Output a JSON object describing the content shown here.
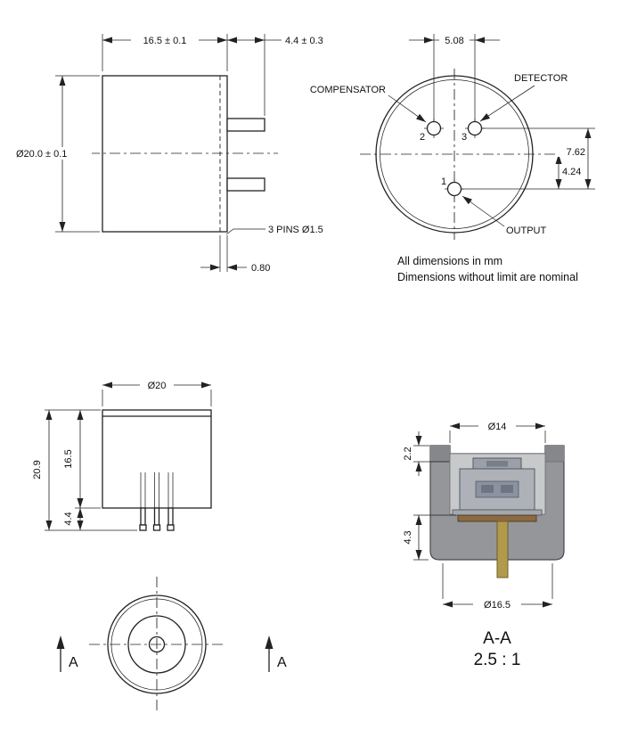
{
  "notes": {
    "line1": "All dimensions in mm",
    "line2": "Dimensions without limit are nominal"
  },
  "side_view": {
    "width_dim": "16.5 ± 0.1",
    "pin_length_dim": "4.4 ± 0.3",
    "diameter_dim": "Ø20.0 ± 0.1",
    "pins_label": "3 PINS Ø1.5",
    "wall_dim": "0.80"
  },
  "pin_view": {
    "compensator": "COMPENSATOR",
    "detector": "DETECTOR",
    "output": "OUTPUT",
    "pin1": "1",
    "pin2": "2",
    "pin3": "3",
    "spacing_dim": "5.08",
    "row_dim": "7.62",
    "offset_dim": "4.24"
  },
  "front_view": {
    "diameter_dim": "Ø20",
    "overall_height_dim": "20.9",
    "body_height_dim": "16.5",
    "pin_height_dim": "4.4"
  },
  "top_view": {
    "section_arrow_left": "A",
    "section_arrow_right": "A"
  },
  "section_view": {
    "window_dim": "Ø14",
    "cap_dim": "2.2",
    "base_dim": "4.3",
    "inner_dim": "Ø16.5",
    "title": "A-A",
    "scale": "2.5 : 1"
  },
  "colors": {
    "housing": "#94969a",
    "flange": "#85878b",
    "cavity": "#c7c9cb",
    "can": "#aeb2b8",
    "can_top": "#9ba0a8",
    "window": "#787e8a",
    "element": "#8b92a0",
    "element_core": "#6e7582",
    "can_flange": "#a4a8ae",
    "pcb": "#8a6a42",
    "pin": "#b29a4c"
  }
}
